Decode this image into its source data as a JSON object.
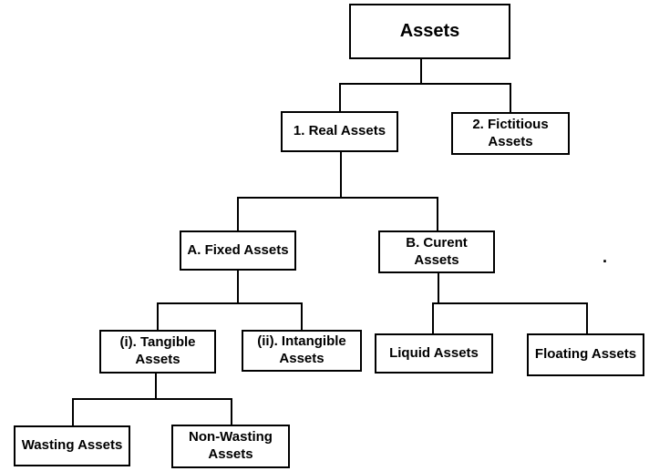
{
  "diagram": {
    "type": "tree",
    "colors": {
      "background": "#ffffff",
      "box_border": "#000000",
      "box_fill": "#ffffff",
      "text": "#000000",
      "connector": "#000000"
    },
    "stray_mark": ".",
    "nodes": {
      "assets": {
        "label": "Assets",
        "lines": [
          "Assets"
        ],
        "children": [
          "real",
          "fictitious"
        ]
      },
      "real": {
        "label": "1. Real Assets",
        "lines": [
          "1. Real Assets"
        ],
        "children": [
          "fixed",
          "current"
        ]
      },
      "fictitious": {
        "label": "2. Fictitious Assets",
        "lines": [
          "2. Fictitious",
          "Assets"
        ],
        "children": []
      },
      "fixed": {
        "label": "A. Fixed Assets",
        "lines": [
          "A. Fixed Assets"
        ],
        "children": [
          "tangible",
          "intangible"
        ]
      },
      "current": {
        "label": "B. Curent Assets",
        "lines": [
          "B. Curent",
          "Assets"
        ],
        "children": [
          "liquid",
          "floating"
        ]
      },
      "tangible": {
        "label": "(i). Tangible Assets",
        "lines": [
          "(i). Tangible",
          "Assets"
        ],
        "children": [
          "wasting",
          "non_wasting"
        ]
      },
      "intangible": {
        "label": "(ii). Intangible Assets",
        "lines": [
          "(ii). Intangible",
          "Assets"
        ],
        "children": []
      },
      "liquid": {
        "label": "Liquid Assets",
        "lines": [
          "Liquid Assets"
        ],
        "children": []
      },
      "floating": {
        "label": "Floating Assets",
        "lines": [
          "Floating Assets"
        ],
        "children": []
      },
      "wasting": {
        "label": "Wasting Assets",
        "lines": [
          "Wasting Assets"
        ],
        "children": []
      },
      "non_wasting": {
        "label": "Non-Wasting Assets",
        "lines": [
          "Non-Wasting",
          "Assets"
        ],
        "children": []
      }
    }
  }
}
